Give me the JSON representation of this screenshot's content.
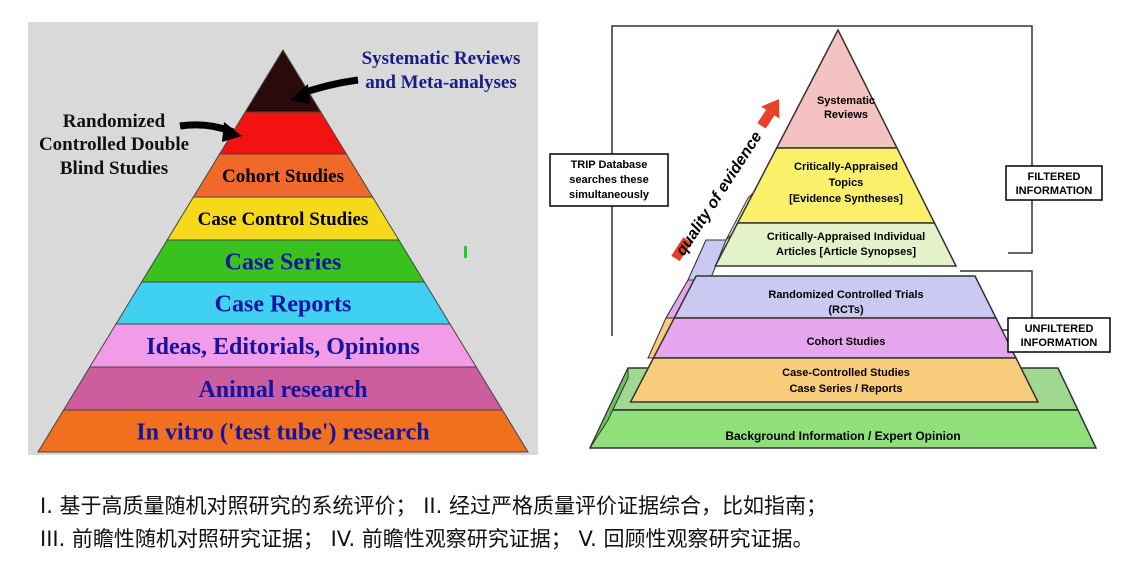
{
  "left_pyramid": {
    "callouts": {
      "top": [
        "Systematic Reviews",
        "and Meta-analyses"
      ],
      "rct": [
        "Randomized",
        "Controlled Double",
        "Blind Studies"
      ]
    },
    "levels": [
      {
        "label": "",
        "color": "#2b0a0a"
      },
      {
        "label": "",
        "color": "#f21212"
      },
      {
        "label": "Cohort Studies",
        "color": "#f0682a"
      },
      {
        "label": "Case Control Studies",
        "color": "#f5d91a"
      },
      {
        "label": "Case Series",
        "color": "#39c21e"
      },
      {
        "label": "Case Reports",
        "color": "#3fd0f2"
      },
      {
        "label": "Ideas, Editorials, Opinions",
        "color": "#f29be6"
      },
      {
        "label": "Animal research",
        "color": "#cc5e9e"
      },
      {
        "label": "In vitro ('test tube') research",
        "color": "#f07020"
      }
    ]
  },
  "right_pyramid": {
    "trip_box": [
      "TRIP Database",
      "searches these",
      "simultaneously"
    ],
    "quality_label": "quality of evidence",
    "filtered_label": [
      "FILTERED",
      "INFORMATION"
    ],
    "unfiltered_label": [
      "UNFILTERED",
      "INFORMATION"
    ],
    "filtered_levels": [
      {
        "lines": [
          "Systematic",
          "Reviews"
        ],
        "color": "#f4c2c0"
      },
      {
        "lines": [
          "Critically-Appraised",
          "Topics",
          "[Evidence Syntheses]"
        ],
        "color": "#fbf06a"
      },
      {
        "lines": [
          "Critically-Appraised Individual",
          "Articles [Article Synopses]"
        ],
        "color": "#e3f2c8"
      }
    ],
    "unfiltered_levels": [
      {
        "lines": [
          "Randomized Controlled Trials",
          "(RCTs)"
        ],
        "color": "#c9c9f2"
      },
      {
        "lines": [
          "Cohort Studies"
        ],
        "color": "#e6a6ee"
      },
      {
        "lines": [
          "Case-Controlled Studies",
          "Case Series / Reports"
        ],
        "color": "#f7cc7a"
      }
    ],
    "base_level": {
      "lines": [
        "Background Information / Expert Opinion"
      ],
      "color": "#8fe07a"
    }
  },
  "caption": {
    "line1": "I. 基于高质量随机对照研究的系统评价； II. 经过严格质量评价证据综合，比如指南；",
    "line2": "III. 前瞻性随机对照研究证据； IV. 前瞻性观察研究证据； V. 回顾性观察研究证据。"
  }
}
